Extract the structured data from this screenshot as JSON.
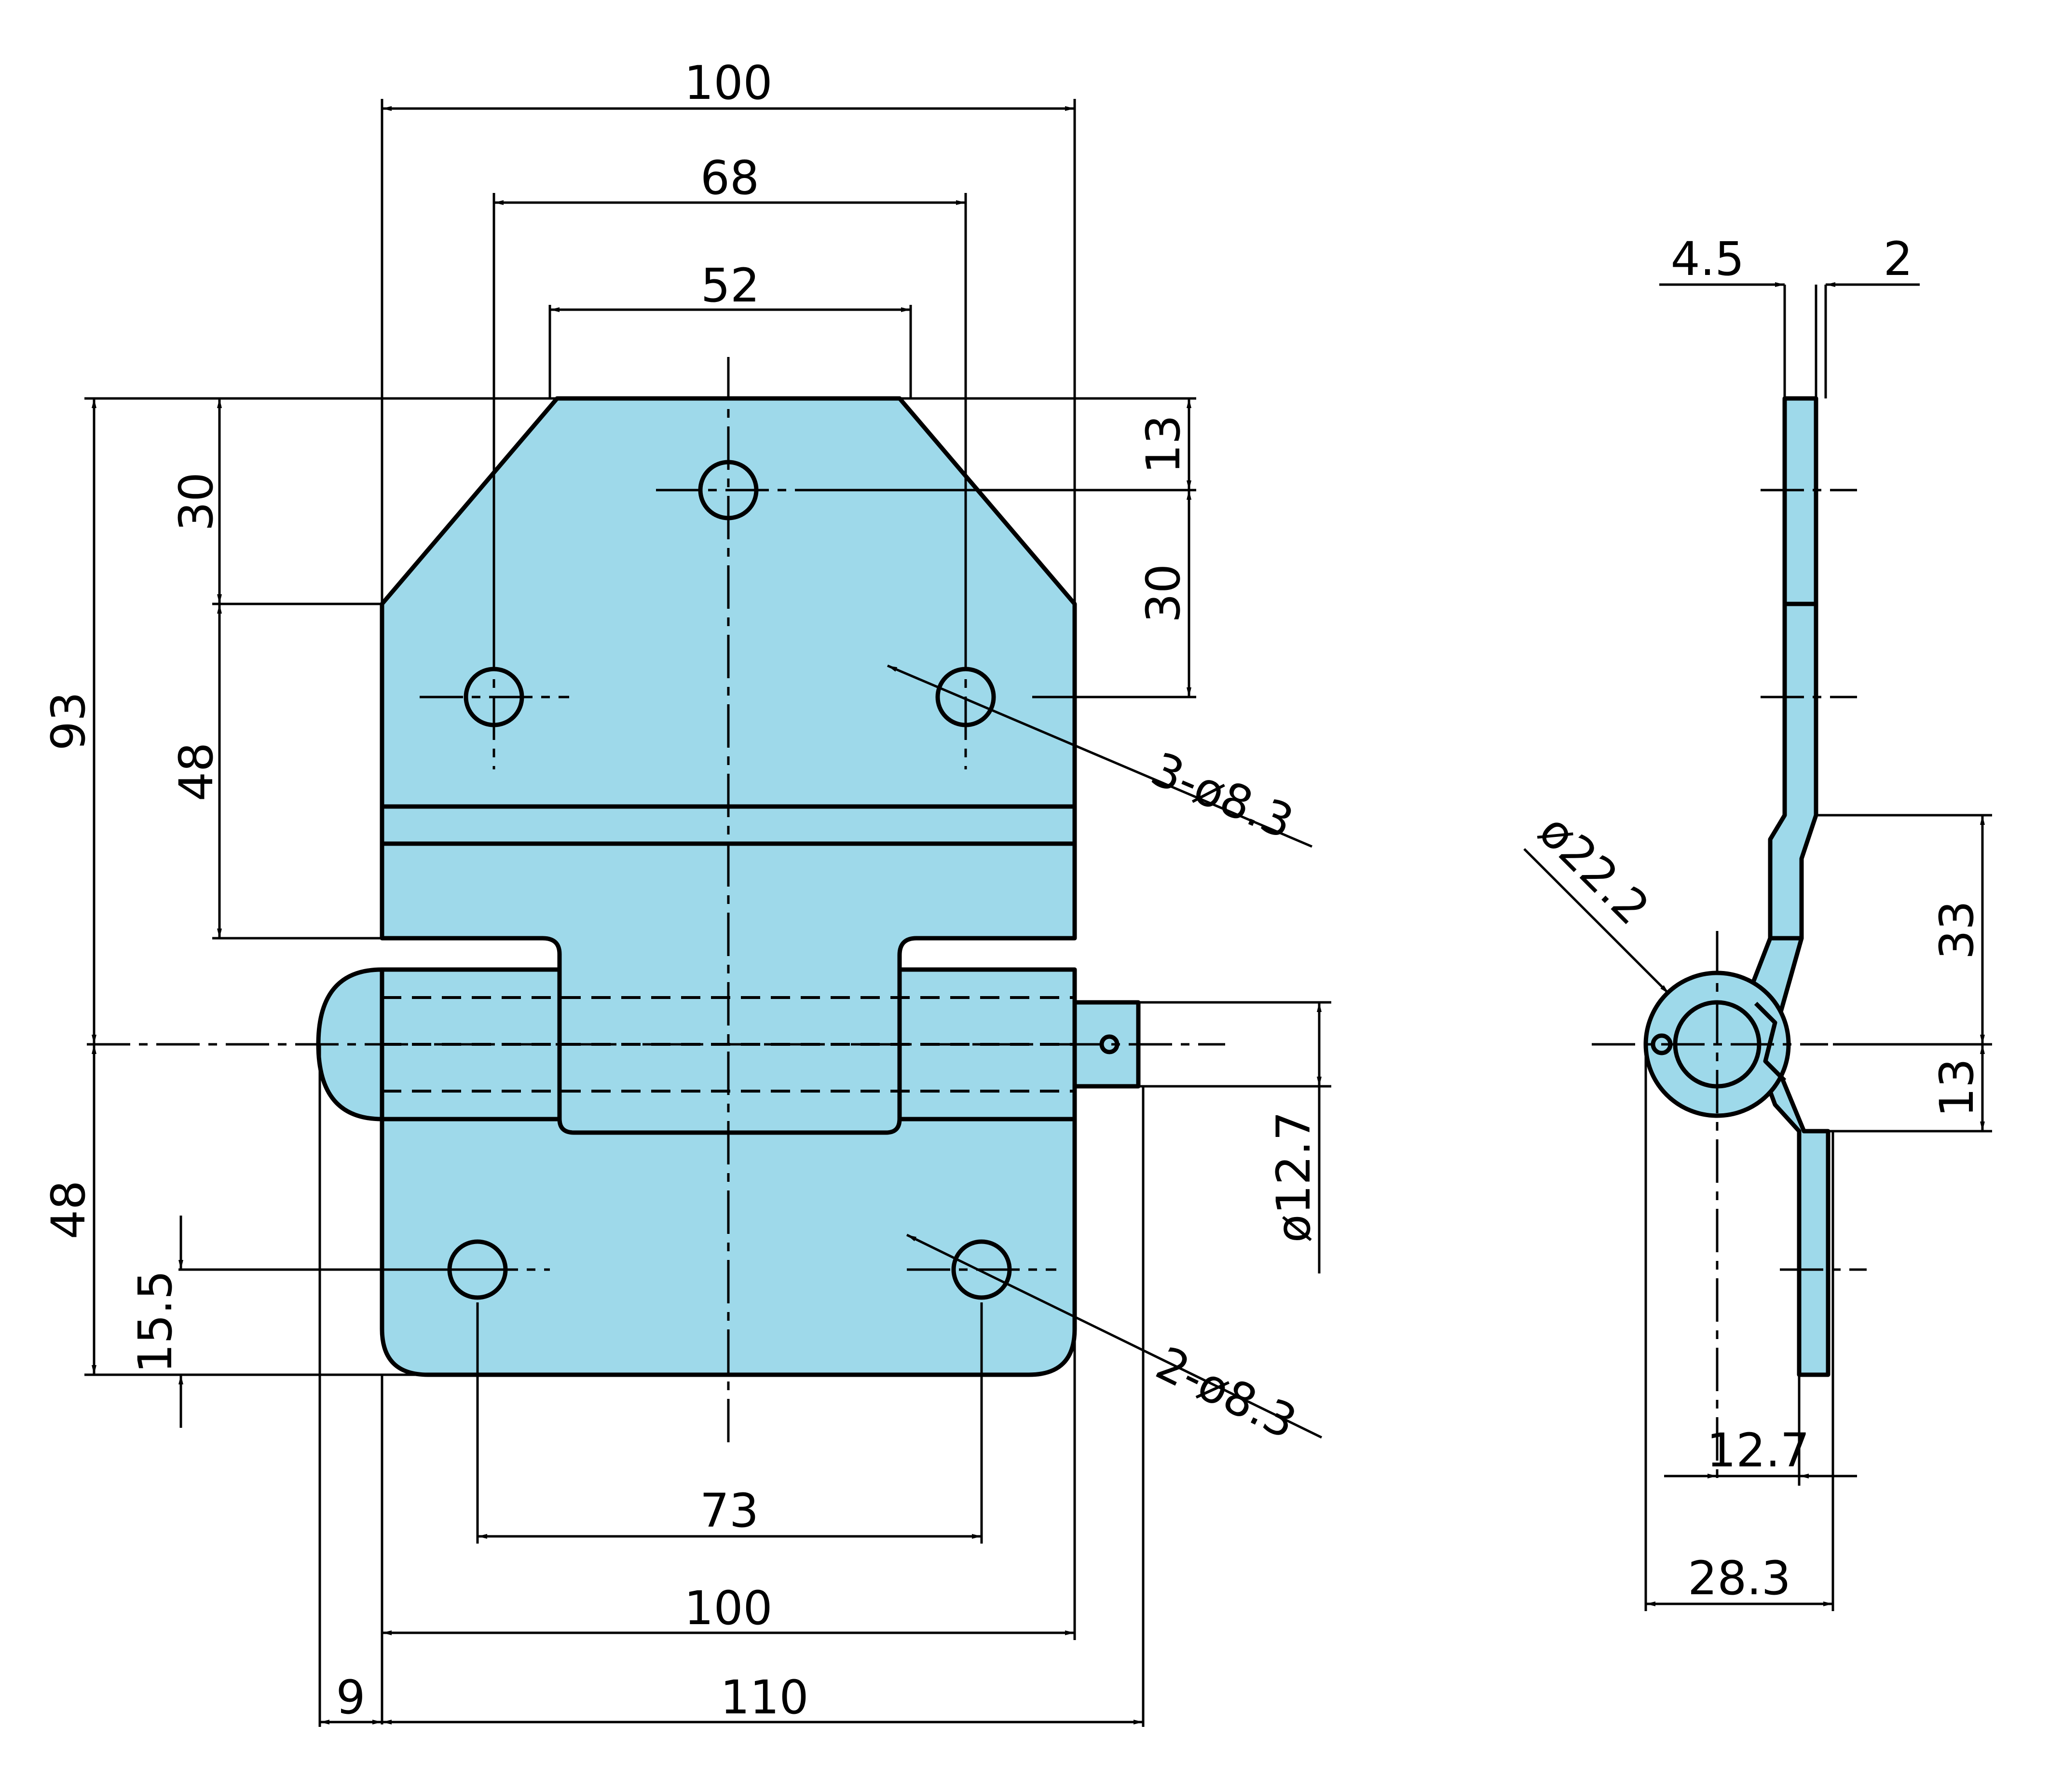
{
  "colors": {
    "part_fill": "#9ed9ea",
    "line": "#000000",
    "background": "#ffffff"
  },
  "front_view": {
    "dims": {
      "top_width_100": "100",
      "outer_hole_span_68": "68",
      "top_flat_52": "52",
      "top_chamfer_30": "30",
      "hole_to_knuckle_48": "48",
      "overall_93": "93",
      "lower_48": "48",
      "bottom_hole_15_5": "15.5",
      "top_hole_13": "13",
      "hole_pitch_30": "30",
      "top_holes_note": "3-ø8.3",
      "pin_dia": "ø12.7",
      "bottom_holes_note": "2-ø8.3",
      "bottom_hole_span_73": "73",
      "bottom_width_100": "100",
      "overall_110": "110",
      "offset_9": "9"
    }
  },
  "side_view": {
    "dims": {
      "thickness_4_5": "4.5",
      "thickness_2": "2",
      "barrel_dia": "ø22.2",
      "offset_33": "33",
      "offset_13": "13",
      "pin_12_7": "12.7",
      "depth_28_3": "28.3"
    }
  }
}
